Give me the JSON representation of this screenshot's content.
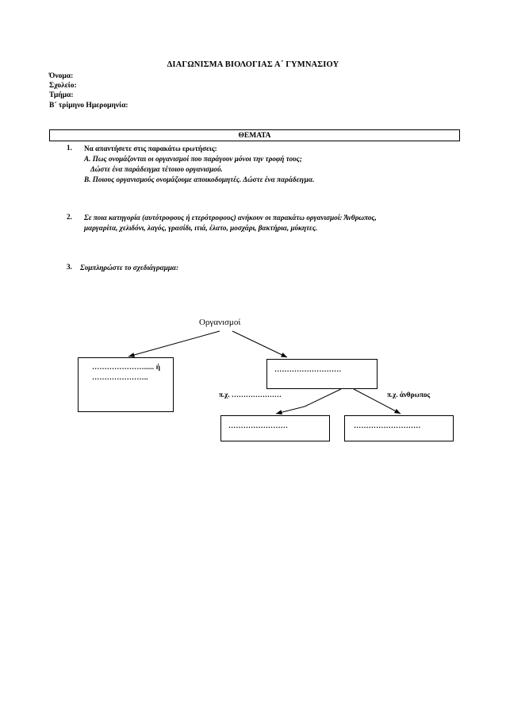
{
  "document": {
    "title": "ΔΙΑΓΩΝΙΣΜΑ ΒΙΟΛΟΓΙΑΣ Α΄ ΓΥΜΝΑΣΙΟΥ",
    "identity_fields": [
      "Όνομα:",
      "Σχολείο:",
      "Τμήμα:",
      "Β΄ τρίμηνο Ημερομηνία:"
    ],
    "section_banner": "ΘΕΜΑΤΑ"
  },
  "questions": [
    {
      "number": "1.",
      "lead": "Να απαντήσετε στις παρακάτω ερωτήσεις:",
      "part_a": "Α. Πως ονομάζονται οι οργανισμοί που παράγουν μόνοι την τροφή τους;",
      "part_a_cont": "Δώστε ένα παράδειγμα τέτοιου οργανισμού.",
      "part_b": "Β. Ποιους οργανισμούς ονομάζουμε αποικοδομητές. Δώστε ένα παράδειγμα."
    },
    {
      "number": "2.",
      "line1": "Σε ποια κατηγορία (αυτότροφους ή ετερότροφους) ανήκουν οι παρακάτω οργανισμοί: Άνθρωπος,",
      "line2": "μαργαρίτα, χελιδόνι, λαγός, γρασίδι, ιτιά, έλατο, μοσχάρι, βακτήρια, μύκητες."
    },
    {
      "number": "3.",
      "line1": "Συμπληρώστε το σχεδιάγραμμα:"
    }
  ],
  "diagram": {
    "root_label": "Οργανισμοί",
    "box_left_line1": "…………………..... ή",
    "box_left_line2": "…………………..",
    "box_top_right": "………………………",
    "example_left": "π.χ. …………………",
    "example_right": "π.χ. άνθρωπος",
    "box_bottom_left": "……………………",
    "box_bottom_right": "………………………"
  }
}
